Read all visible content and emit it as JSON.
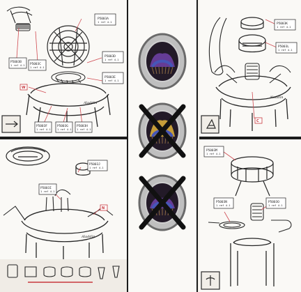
{
  "diagram": {
    "colors": {
      "linework": "#202020",
      "accent_red": "#c7383d",
      "flame_blue": "#4656b8",
      "flame_purple": "#6b3f9f",
      "flame_yellow": "#d5a83b",
      "bronze": "#8c6b45",
      "paper": "#f8f7f4"
    },
    "top_left_panel": {
      "part_labels": [
        {
          "code": "P5003A",
          "note": "1 ref 4.1"
        },
        {
          "code": "P5003B",
          "note": "1 ref 4.1"
        },
        {
          "code": "P5003C",
          "note": "1 ref 4.1"
        },
        {
          "code": "P5003D",
          "note": "1 ref 4.1"
        },
        {
          "code": "P5003E",
          "note": "1 ref 4.1"
        },
        {
          "code": "P5003F",
          "note": "1 ref 4.1"
        },
        {
          "code": "P5003G",
          "note": "1 ref 4.1"
        },
        {
          "code": "P5003H",
          "note": "1 ref 4.1"
        }
      ],
      "marker": "W",
      "brand": "Aladdin"
    },
    "bottom_left_panel": {
      "part_label": {
        "code": "P5003I",
        "note": "1 ref 4.1"
      },
      "part_label_2": {
        "code": "P5003J",
        "note": "1 ref 4.1"
      },
      "marker": "N",
      "brand": "Aladdin"
    },
    "middle_panel": {
      "flame_states": [
        {
          "state": "correct",
          "crossed": false
        },
        {
          "state": "too-high",
          "crossed": true
        },
        {
          "state": "too-low",
          "crossed": true
        }
      ]
    },
    "top_right_panel": {
      "part_labels": [
        {
          "code": "P5003K",
          "note": "1 ref 4.1"
        },
        {
          "code": "P5003L",
          "note": "1 ref 4.1"
        }
      ],
      "marker": "C",
      "brand": "Aladdin"
    },
    "bottom_right_panel": {
      "part_labels": [
        {
          "code": "P5003M",
          "note": "1 ref 4.1"
        },
        {
          "code": "P5003N",
          "note": "1 ref 4.1"
        },
        {
          "code": "P5003O",
          "note": "1 ref 4.1"
        }
      ]
    }
  }
}
